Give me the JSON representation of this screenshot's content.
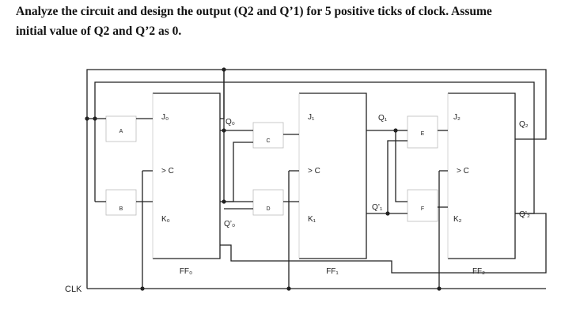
{
  "question": {
    "line1": "Analyze the circuit and design the output (Q2 and Q’1) for 5 positive ticks of clock. Assume",
    "line2": "initial value of Q2 and Q’2 as 0."
  },
  "gates": {
    "A": "A",
    "B": "B",
    "C": "C",
    "D": "D",
    "E": "E",
    "F": "F"
  },
  "flipflops": {
    "ff0": {
      "name": "FF₀",
      "j": "J₀",
      "k": "K₀",
      "clk": "> C",
      "q": "Q₀",
      "qbar": "Q’₀"
    },
    "ff1": {
      "name": "FF₁",
      "j": "J₁",
      "k": "K₁",
      "clk": "> C",
      "q": "Q₁",
      "qbar": "Q’₁"
    },
    "ff2": {
      "name": "FF₂",
      "j": "J₂",
      "k": "K₂",
      "clk": "> C",
      "q": "Q₂",
      "qbar": "Q’₂"
    }
  },
  "clock_label": "CLK"
}
